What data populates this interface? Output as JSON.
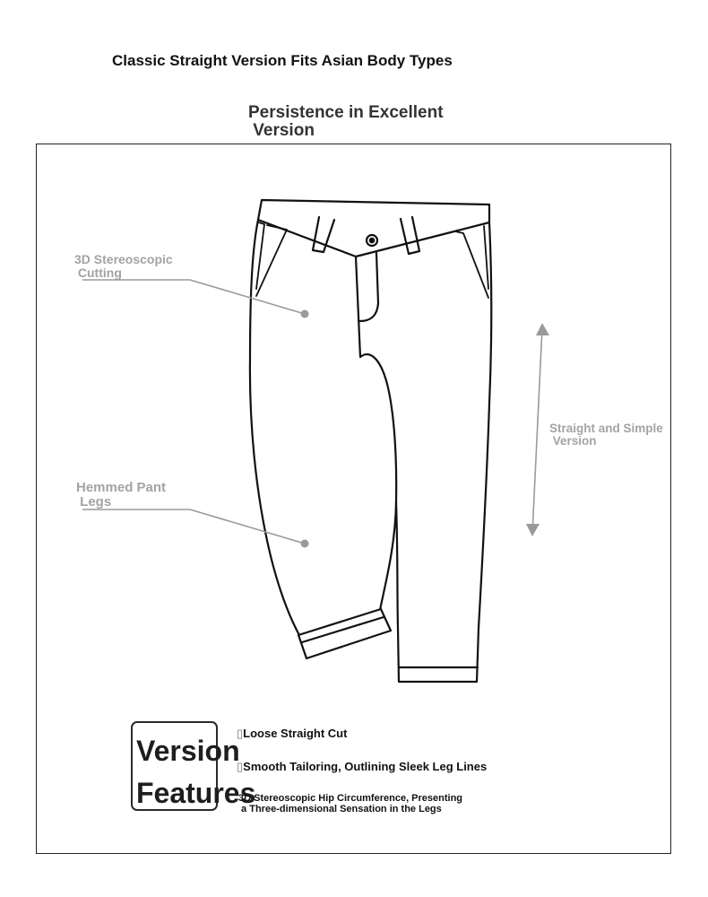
{
  "header": {
    "headline": "Classic Straight Version Fits Asian Body Types",
    "subhead": "Persistence in Excellent\n Version"
  },
  "callouts": {
    "cutting": "3D Stereoscopic\n Cutting",
    "hem": "Hemmed Pant\n Legs",
    "straight": "Straight and Simple\n Version"
  },
  "features": {
    "badge": "Version\nFeatures",
    "bullet": "▯",
    "items": [
      "Loose Straight Cut",
      "Smooth Tailoring, Outlining Sleek Leg Lines",
      "3D Stereoscopic Hip Circumference, Presenting\n a Three-dimensional Sensation in the Legs"
    ]
  },
  "colors": {
    "callout_text": "#a3a3a3",
    "leader_line": "#9a9a9a",
    "outline": "#111111"
  }
}
